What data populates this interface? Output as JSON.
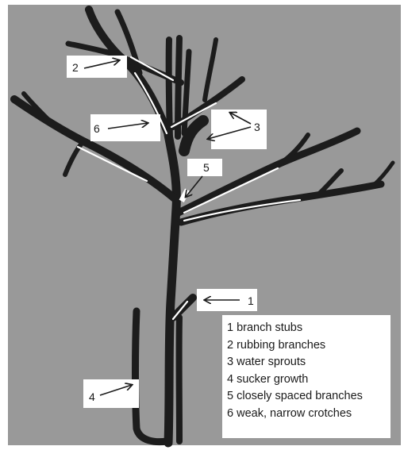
{
  "colors": {
    "background": "#999999",
    "branch": "#1c1c1c",
    "highlight": "#ffffff",
    "label_box": "#ffffff",
    "text": "#1a1a1a"
  },
  "callouts": [
    {
      "number": "1",
      "meaning": "branch stubs"
    },
    {
      "number": "2",
      "meaning": "rubbing branches"
    },
    {
      "number": "3",
      "meaning": "water sprouts"
    },
    {
      "number": "4",
      "meaning": "sucker growth"
    },
    {
      "number": "5",
      "meaning": "closely spaced branches"
    },
    {
      "number": "6",
      "meaning": "weak, narrow crotches"
    }
  ],
  "legend": {
    "items": [
      "1 branch stubs",
      "2 rubbing branches",
      "3 water sprouts",
      "4 sucker growth",
      "5 closely spaced branches",
      "6 weak, narrow crotches"
    ]
  }
}
